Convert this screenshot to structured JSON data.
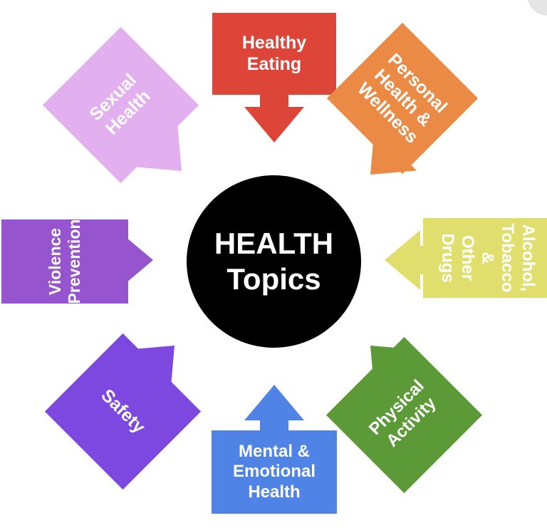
{
  "center": {
    "line1": "HEALTH",
    "line2": "Topics"
  },
  "topics": [
    {
      "name": "healthy-eating",
      "lines": [
        "Healthy",
        "Eating"
      ],
      "color": "#dd4538"
    },
    {
      "name": "personal-health",
      "lines": [
        "Personal",
        "Health &",
        "Wellness"
      ],
      "color": "#eb8a45"
    },
    {
      "name": "alcohol-tobacco",
      "lines": [
        "Alcohol,",
        "Tobacco &",
        "Other Drugs"
      ],
      "color": "#e0de6c"
    },
    {
      "name": "physical-activity",
      "lines": [
        "Physical",
        "Activity"
      ],
      "color": "#5c9a38"
    },
    {
      "name": "mental-health",
      "lines": [
        "Mental &",
        "Emotional",
        "Health"
      ],
      "color": "#4f83e5"
    },
    {
      "name": "safety",
      "lines": [
        "Safety"
      ],
      "color": "#7c48df"
    },
    {
      "name": "violence-prevention",
      "lines": [
        "Violence",
        "Prevention"
      ],
      "color": "#9654cf"
    },
    {
      "name": "sexual-health",
      "lines": [
        "Sexual",
        "Health"
      ],
      "color": "#e2b0ee"
    }
  ]
}
